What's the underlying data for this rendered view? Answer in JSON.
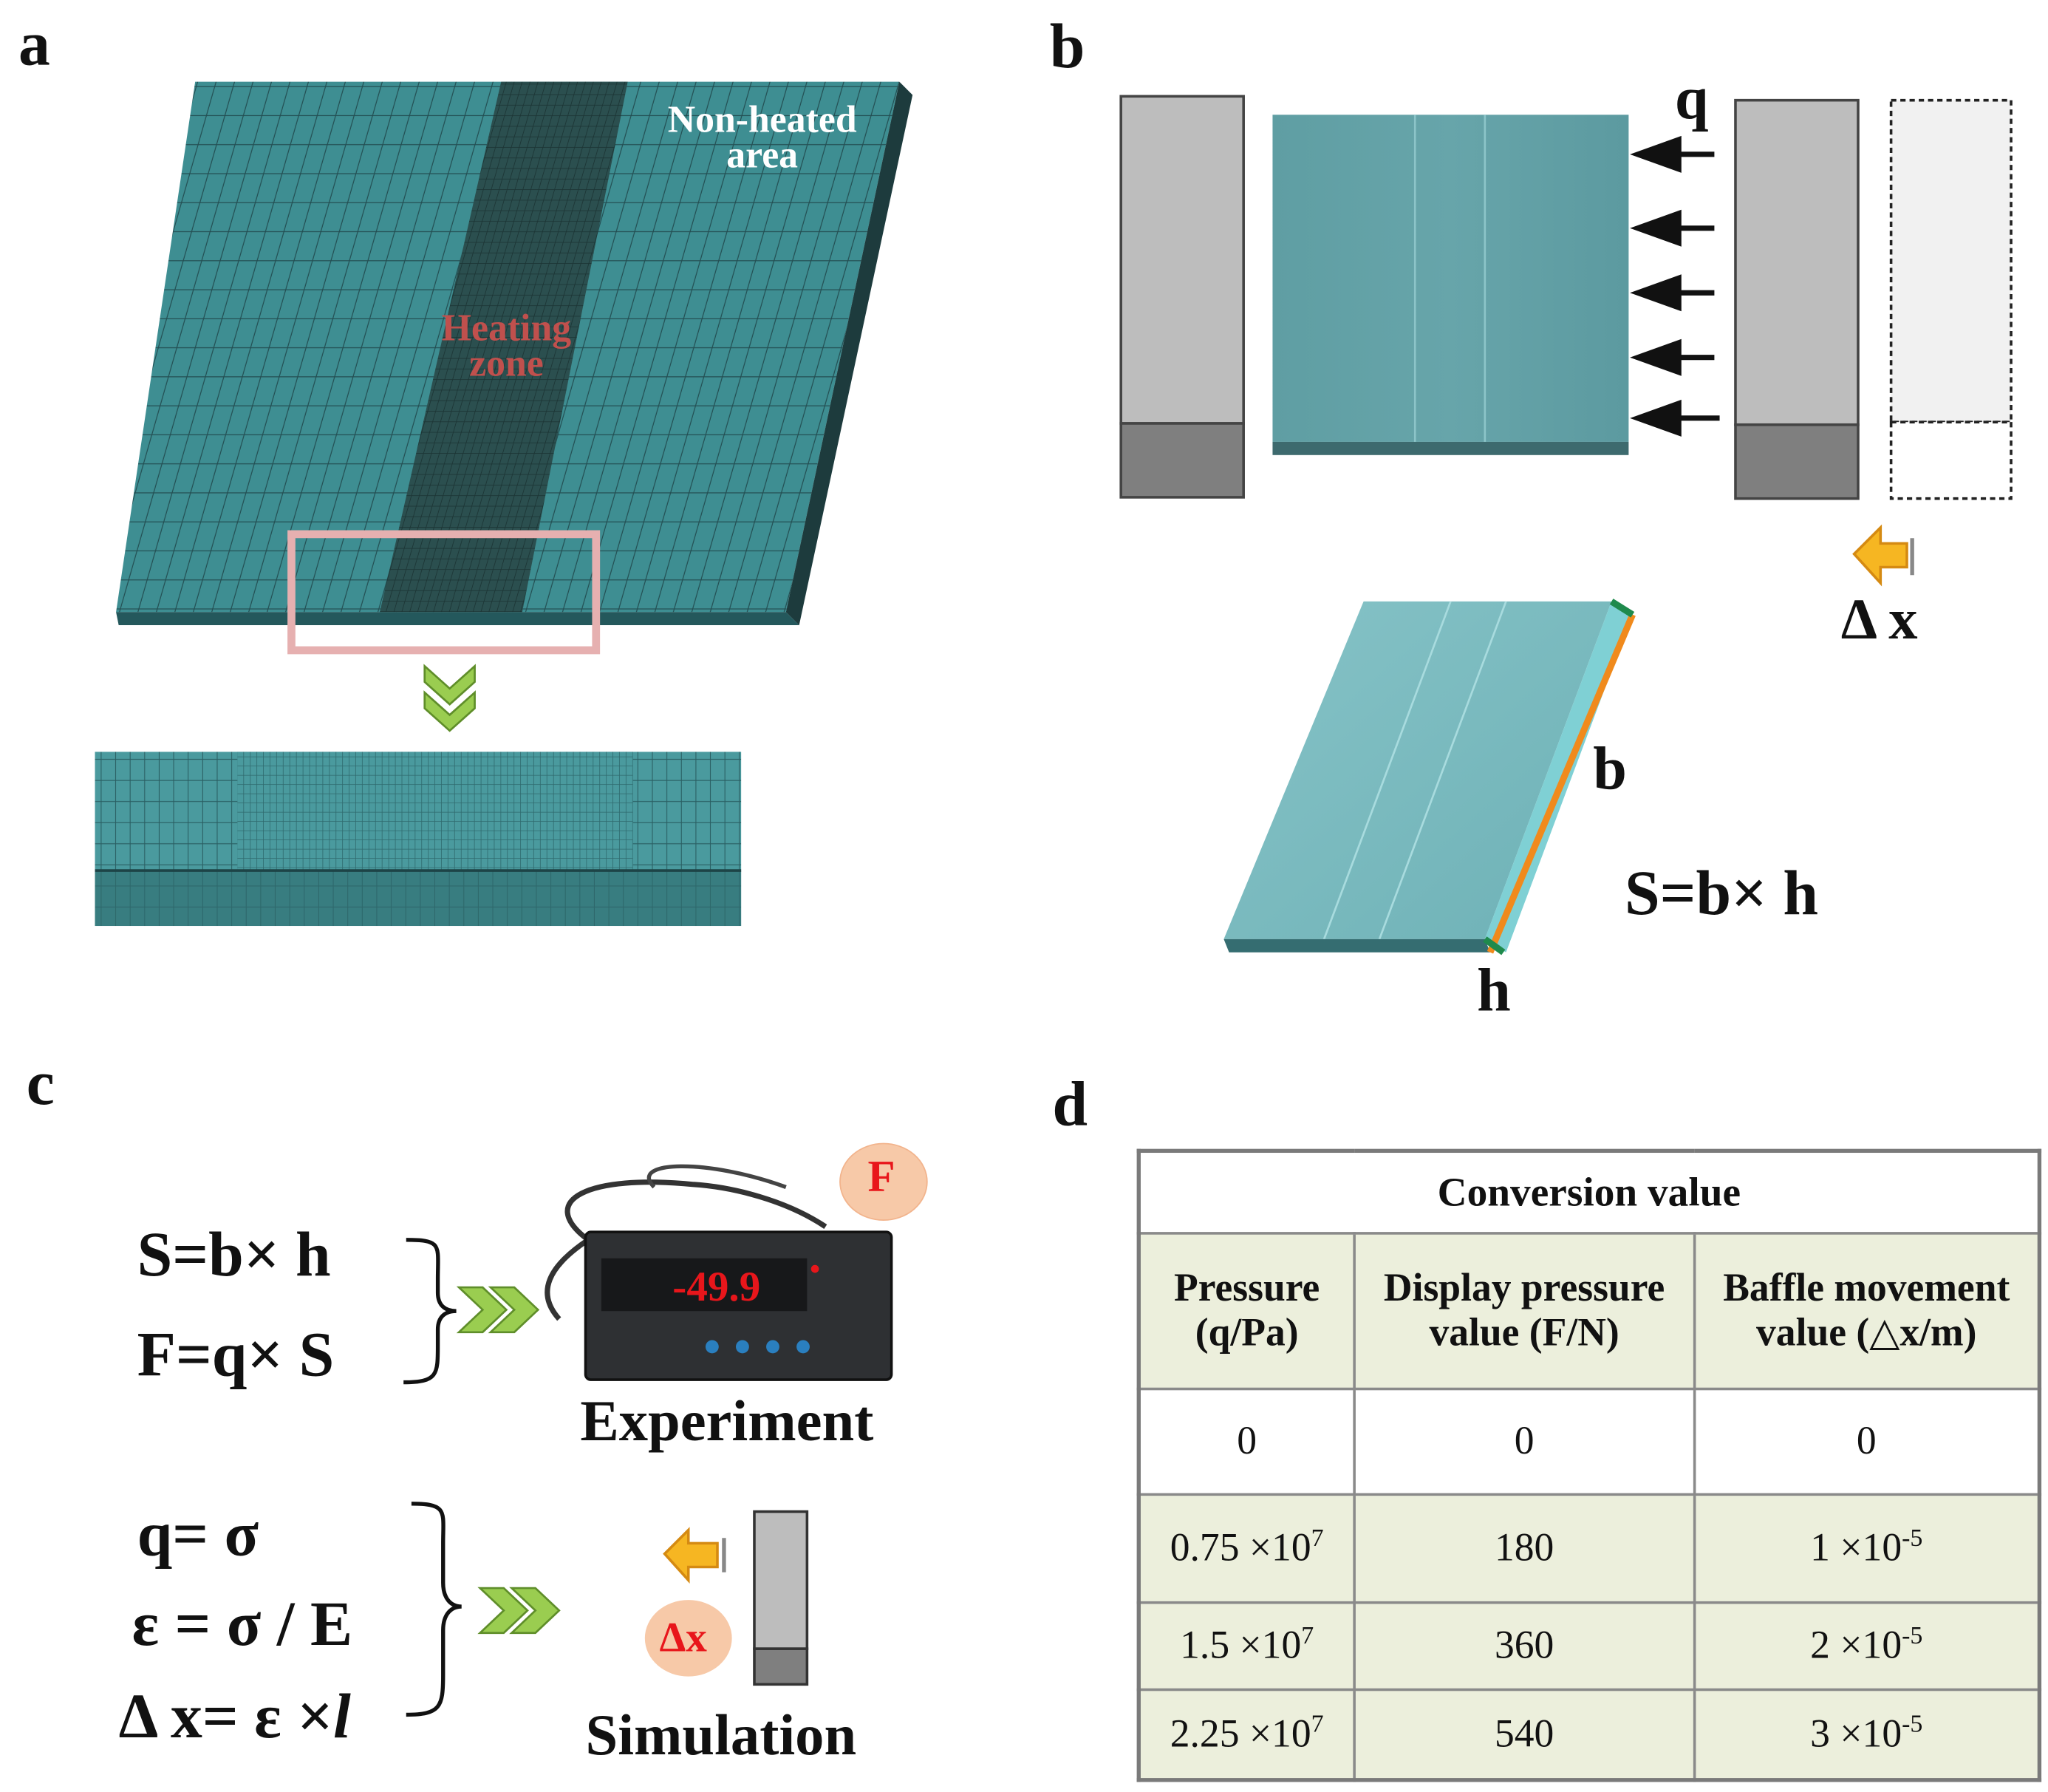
{
  "panels": {
    "a": {
      "label": "a",
      "non_heated_line1": "Non-heated",
      "non_heated_line2": "area",
      "heating_line1": "Heating",
      "heating_line2": "zone"
    },
    "b": {
      "label": "b",
      "load_label": "q",
      "dx_label": "Δ x",
      "dim_b": "b",
      "dim_h": "h",
      "area_formula": "S=b× h"
    },
    "c": {
      "label": "c",
      "exp_eq1": "S=b× h",
      "exp_eq2": "F=q× S",
      "meter_reading": "-49.9",
      "force_badge": "F",
      "experiment_label": "Experiment",
      "sim_eq1": "q= σ",
      "sim_eq2": "ε = σ  / E",
      "sim_eq3_prefix": "Δ x= ε ×",
      "sim_eq3_l": "l",
      "dx_badge": "Δx",
      "simulation_label": "Simulation"
    },
    "d": {
      "label": "d",
      "table": {
        "title": "Conversion value",
        "headers": [
          [
            "Pressure",
            "(q/Pa)"
          ],
          [
            "Display pressure",
            "value (F/N)"
          ],
          [
            "Baffle movement",
            "value (△x/m)"
          ]
        ],
        "rows": [
          {
            "pressure": "0",
            "pressure_exp": "",
            "display": "0",
            "baffle": "0",
            "baffle_exp": ""
          },
          {
            "pressure": "0.75 ×10",
            "pressure_exp": "7",
            "display": "180",
            "baffle": "1 ×10",
            "baffle_exp": "-5"
          },
          {
            "pressure": "1.5 ×10",
            "pressure_exp": "7",
            "display": "360",
            "baffle": "2 ×10",
            "baffle_exp": "-5"
          },
          {
            "pressure": "2.25 ×10",
            "pressure_exp": "7",
            "display": "540",
            "baffle": "3 ×10",
            "baffle_exp": "-5"
          }
        ]
      }
    }
  },
  "colors": {
    "mesh_teal": "#3e8e92",
    "heating_dark": "#2b4f4f",
    "plate_teal": "#5f9ea3",
    "baffle_gray": "#bdbdbd",
    "baffle_dark": "#7f7f7f",
    "table_fill": "#ecefdc",
    "arrow_green": "#9acd50",
    "edge_orange": "#f08a1c",
    "edge_green": "#1f8a4c",
    "badge_peach": "#f7c9a8",
    "red_text": "#e8161b"
  }
}
